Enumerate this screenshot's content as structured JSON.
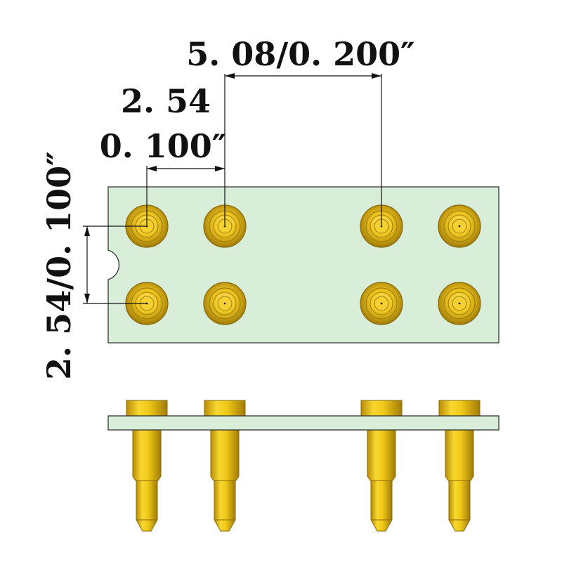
{
  "dimensions": {
    "pin_spacing_top": "5. 08/0. 200″",
    "pitch_mm": "2. 54",
    "pitch_in": "0. 100″",
    "row_spacing": "2. 54/0. 100″"
  },
  "colors": {
    "board_fill": "#d8eed8",
    "board_stroke": "#333333",
    "pad_gold": "#e8c020",
    "pad_dark": "#a88410",
    "pin_gold": "#f0c818",
    "pin_shadow": "#b08a0c",
    "line": "#111111"
  },
  "counts": {
    "top_view_pads": 8,
    "side_view_pins": 4
  }
}
